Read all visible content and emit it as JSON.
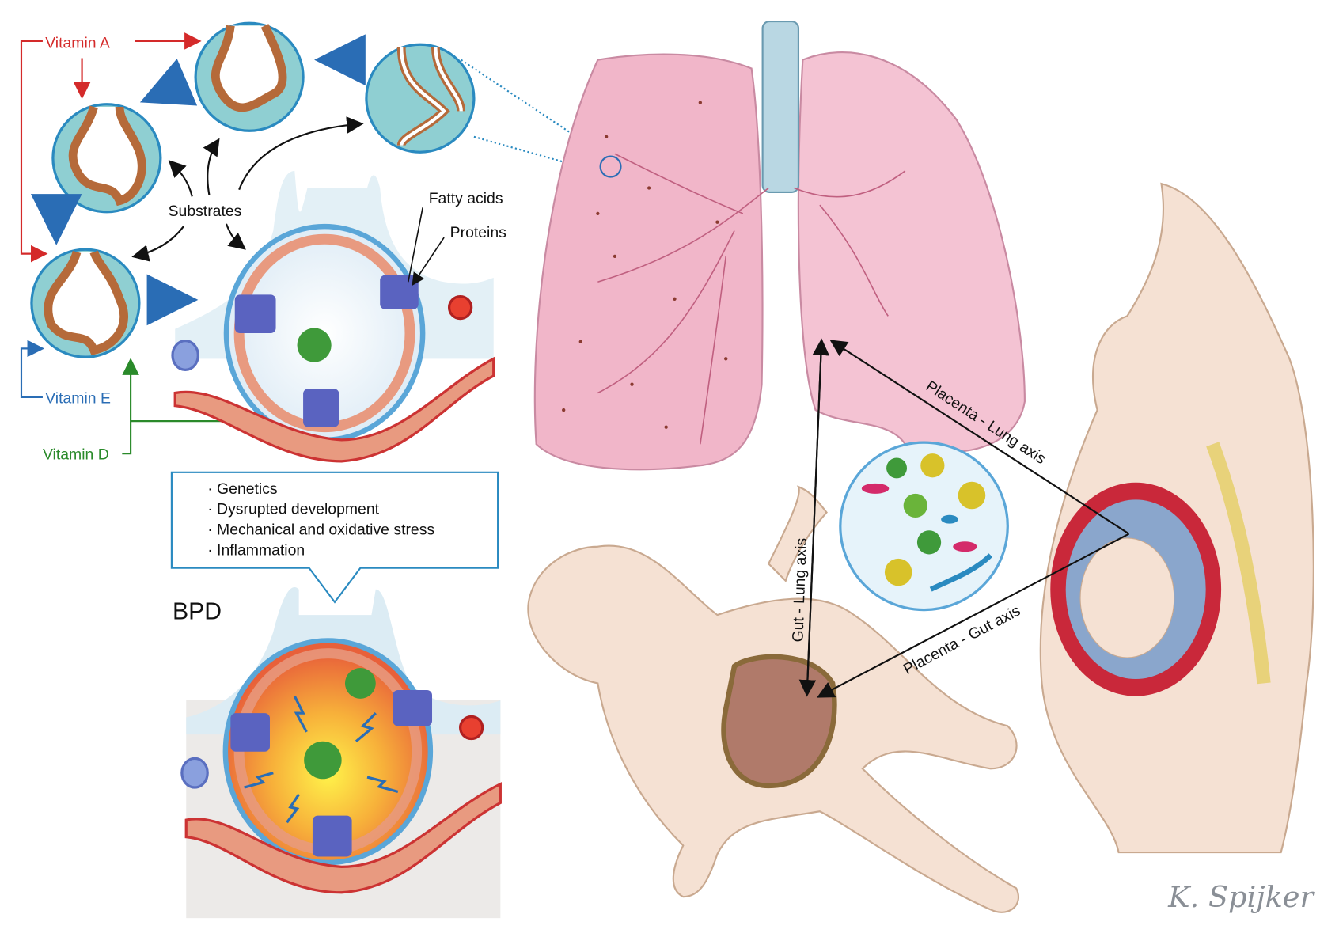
{
  "labels": {
    "vitamin_a": "Vitamin A",
    "vitamin_e": "Vitamin E",
    "vitamin_d": "Vitamin D",
    "substrates": "Substrates",
    "fatty_acids": "Fatty acids",
    "proteins": "Proteins",
    "bpd": "BPD",
    "placenta_lung": "Placenta - Lung axis",
    "placenta_gut": "Placenta - Gut axis",
    "gut_lung": "Gut - Lung axis"
  },
  "risk_factors": [
    "· Genetics",
    "· Dysrupted development",
    "· Mechanical and oxidative stress",
    "· Inflammation"
  ],
  "signature": "K. Spijker",
  "colors": {
    "vitamin_a": "#d42a2a",
    "vitamin_e": "#2a6db5",
    "vitamin_d": "#2a8a2a",
    "alveolus_blue": "#5aa6d8",
    "lung_pink": "#f1b6c9",
    "skin": "#f5e1d3"
  }
}
